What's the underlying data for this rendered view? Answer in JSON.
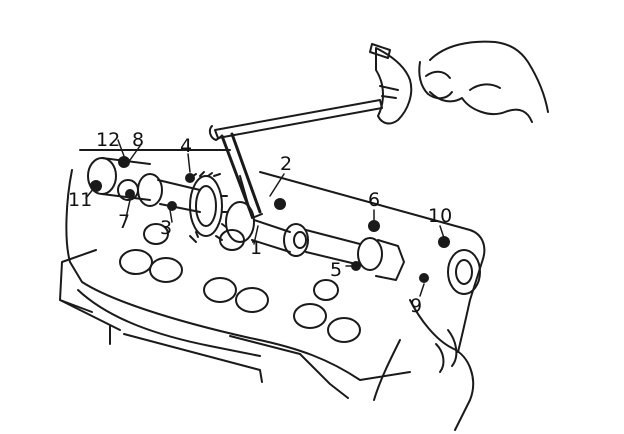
{
  "callouts": {
    "n1": "1",
    "n2": "2",
    "n3": "3",
    "n4": "4",
    "n5": "5",
    "n6": "6",
    "n7": "7",
    "n8": "8",
    "n9": "9",
    "n10": "10",
    "n11": "11",
    "n12": "12"
  }
}
